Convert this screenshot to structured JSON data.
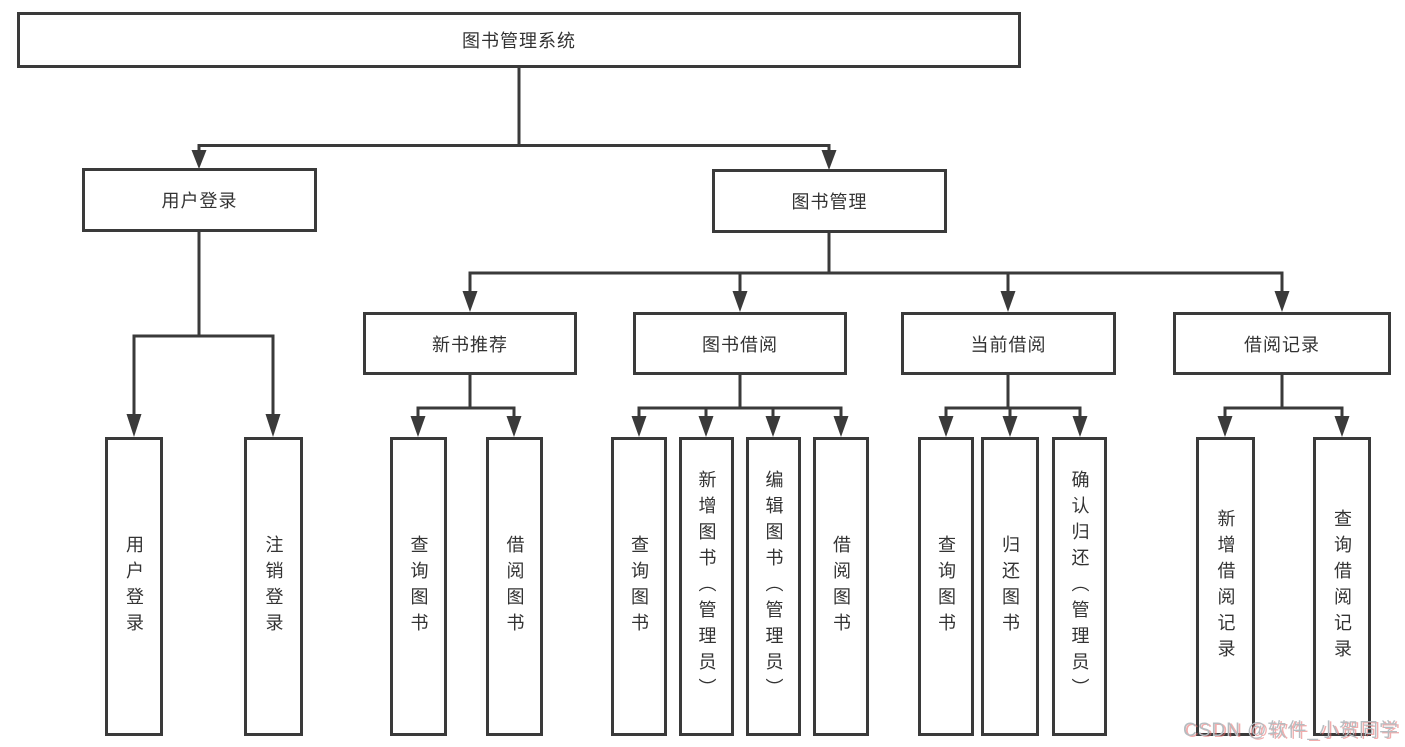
{
  "diagram": {
    "root": {
      "label": "图书管理系统"
    },
    "level1": [
      {
        "label": "用户登录"
      },
      {
        "label": "图书管理"
      }
    ],
    "level2": [
      {
        "label": "新书推荐"
      },
      {
        "label": "图书借阅"
      },
      {
        "label": "当前借阅"
      },
      {
        "label": "借阅记录"
      }
    ],
    "leaves": {
      "user_login": [
        {
          "label": "用户登录"
        },
        {
          "label": "注销登录"
        }
      ],
      "new_books": [
        {
          "label": "查询图书"
        },
        {
          "label": "借阅图书"
        }
      ],
      "book_borrow": [
        {
          "label": "查询图书"
        },
        {
          "label": "新增图书（管理员）"
        },
        {
          "label": "编辑图书（管理员）"
        },
        {
          "label": "借阅图书"
        }
      ],
      "current_borrow": [
        {
          "label": "查询图书"
        },
        {
          "label": "归还图书"
        },
        {
          "label": "确认归还（管理员）"
        }
      ],
      "borrow_records": [
        {
          "label": "新增借阅记录"
        },
        {
          "label": "查询借阅记录"
        }
      ]
    }
  },
  "watermark": {
    "text": "CSDN @软件_小贺同学"
  },
  "colors": {
    "line": "#3a3a3a",
    "text": "#333333",
    "background": "#ffffff",
    "watermark_gray": "#b6bcc0",
    "watermark_red": "#e66a6a"
  }
}
